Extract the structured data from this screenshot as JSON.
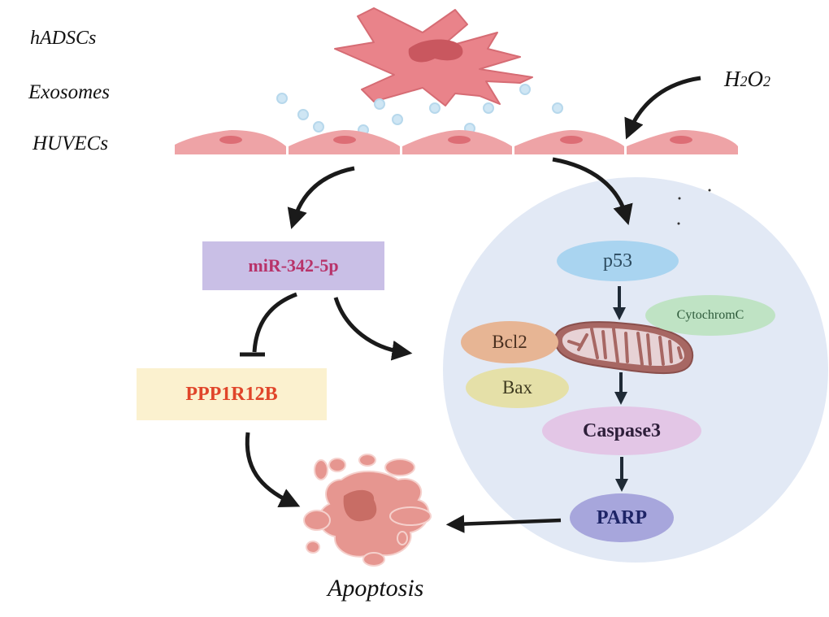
{
  "labels": {
    "hadscs": "hADSCs",
    "exosomes": "Exosomes",
    "huvecs": "HUVECs",
    "h2o2_main": "H",
    "h2o2_sub1": "2",
    "h2o2_mid": "O",
    "h2o2_sub2": "2",
    "apoptosis": "Apoptosis"
  },
  "nodes": {
    "mir": {
      "text": "miR-342-5p",
      "fill": "#c9bfe6",
      "color": "#b8336a"
    },
    "ppp": {
      "text": "PPP1R12B",
      "fill": "#fbf1cf",
      "color": "#e0452a"
    },
    "p53": {
      "text": "p53",
      "fill": "#a9d4f0",
      "color": "#2b4a5e"
    },
    "cytochrome": {
      "text": "CytochromC",
      "fill": "#bfe3c4",
      "color": "#2d5a3a"
    },
    "bcl2": {
      "text": "Bcl2",
      "fill": "#e7b594",
      "color": "#4a3020"
    },
    "bax": {
      "text": "Bax",
      "fill": "#e5e0a8",
      "color": "#3e3a20"
    },
    "caspase3": {
      "text": "Caspase3",
      "fill": "#e3c6e6",
      "color": "#2e1f3a"
    },
    "parp": {
      "text": "PARP",
      "fill": "#a7a6dc",
      "color": "#1d2466"
    }
  },
  "colors": {
    "cell": "#e9838a",
    "cell_dark": "#c9575f",
    "huvec": "#eea3a6",
    "huvec_nucleus": "#dd6d75",
    "exosome": "#cfe6f4",
    "circle_bg": "#e2e9f5",
    "arrow": "#1a1a1a",
    "mito": "#a76763"
  }
}
